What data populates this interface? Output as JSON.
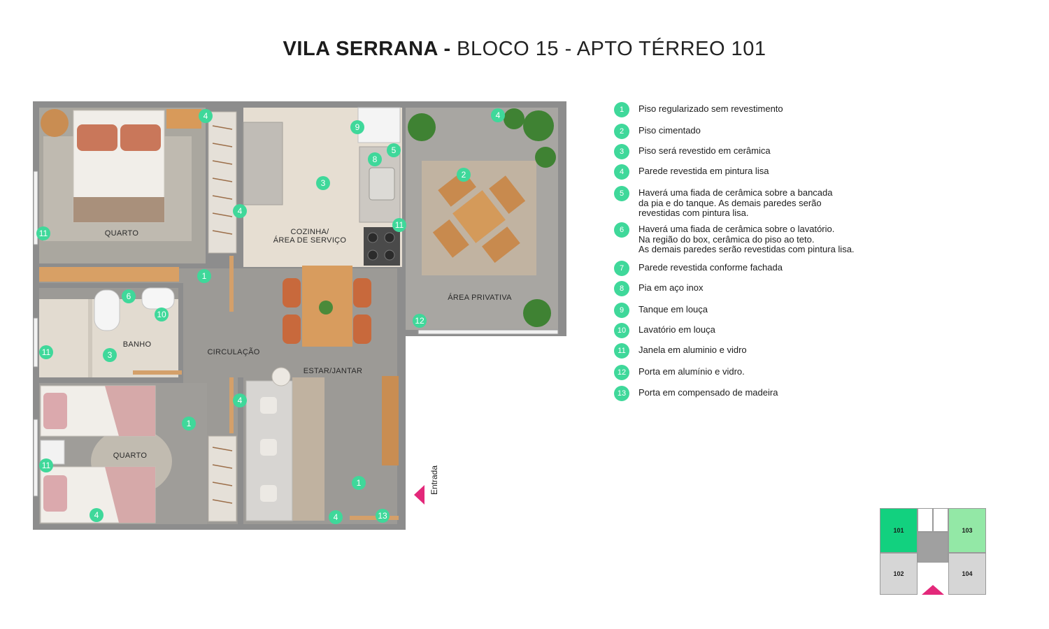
{
  "title": {
    "bold": "VILA SERRANA -",
    "light": " BLOCO 15 - APTO TÉRREO 101"
  },
  "rooms": {
    "quarto_top": "QUARTO",
    "cozinha_line1": "COZINHA/",
    "cozinha_line2": "ÁREA DE SERVIÇO",
    "area_privativa": "ÁREA PRIVATIVA",
    "banho": "BANHO",
    "circulacao": "CIRCULAÇÃO",
    "estar": "ESTAR/JANTAR",
    "quarto_bottom": "QUARTO"
  },
  "entrance_label": "Entrada",
  "markers": [
    "4",
    "9",
    "4",
    "5",
    "8",
    "3",
    "2",
    "4",
    "11",
    "11",
    "1",
    "6",
    "10",
    "11",
    "3",
    "12",
    "4",
    "1",
    "1",
    "11",
    "4",
    "4",
    "13"
  ],
  "legend": [
    {
      "num": "1",
      "text": "Piso regularizado sem revestimento"
    },
    {
      "num": "2",
      "text": "Piso cimentado"
    },
    {
      "num": "3",
      "text": "Piso será revestido em cerâmica"
    },
    {
      "num": "4",
      "text": "Parede revestida em pintura lisa"
    },
    {
      "num": "5",
      "text": "Haverá uma fiada de cerâmica sobre a bancada\nda pia e do tanque. As demais paredes serão\nrevestidas com pintura lisa."
    },
    {
      "num": "6",
      "text": "Haverá uma fiada de cerâmica sobre o lavatório.\nNa região do box, cerâmica do piso ao teto.\nAs demais paredes serão revestidas com pintura lisa."
    },
    {
      "num": "7",
      "text": "Parede revestida conforme fachada"
    },
    {
      "num": "8",
      "text": "Pia em aço inox"
    },
    {
      "num": "9",
      "text": "Tanque em louça"
    },
    {
      "num": "10",
      "text": "Lavatório em louça"
    },
    {
      "num": "11",
      "text": "Janela em aluminio e vidro"
    },
    {
      "num": "12",
      "text": "Porta em alumínio e vidro."
    },
    {
      "num": "13",
      "text": "Porta em compensado de madeira"
    }
  ],
  "keymap": {
    "u101": "101",
    "u102": "102",
    "u103": "103",
    "u104": "104"
  },
  "colors": {
    "marker": "#3fd89a",
    "unit_active": "#12d17f",
    "unit_light": "#93e8a6",
    "unit_grey": "#d6d6d6",
    "entrance": "#e3287a",
    "floor_concrete": "#9e9e9e",
    "wall": "#8a8a8a"
  }
}
